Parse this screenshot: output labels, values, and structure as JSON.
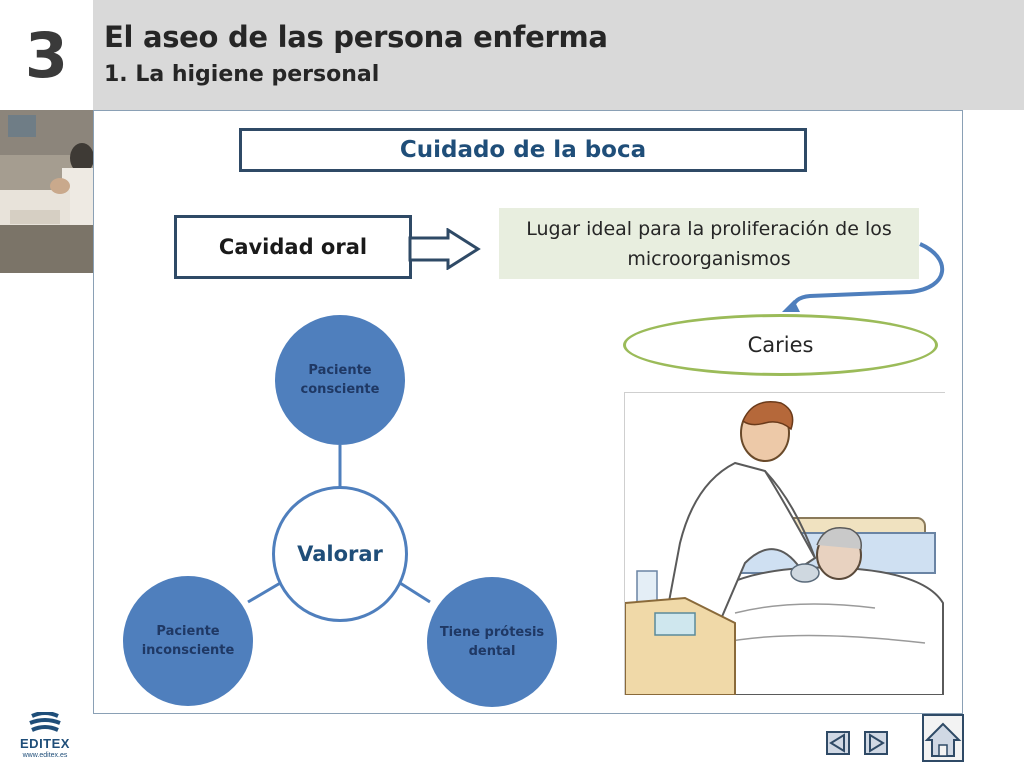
{
  "header": {
    "chapter_number": "3",
    "title": "El aseo de las persona enferma",
    "subtitle": "1. La higiene personal"
  },
  "topic": {
    "label": "Cuidado de la boca"
  },
  "flow": {
    "source": "Cavidad oral",
    "description": "Lugar ideal para la proliferación de los microorganismos",
    "result": "Caries"
  },
  "cycle": {
    "center": "Valorar",
    "nodes": [
      {
        "label": "Paciente consciente"
      },
      {
        "label": "Paciente inconsciente"
      },
      {
        "label": "Tiene prótesis dental"
      }
    ]
  },
  "footer": {
    "logo_text": "EDITEX",
    "logo_url": "www.editex.es"
  },
  "colors": {
    "accent_blue": "#4f7fbd",
    "dark_navy": "#2f4a66",
    "green_outline": "#9bbb59",
    "info_bg": "#e8eedf",
    "header_bg": "#d9d9d9"
  }
}
